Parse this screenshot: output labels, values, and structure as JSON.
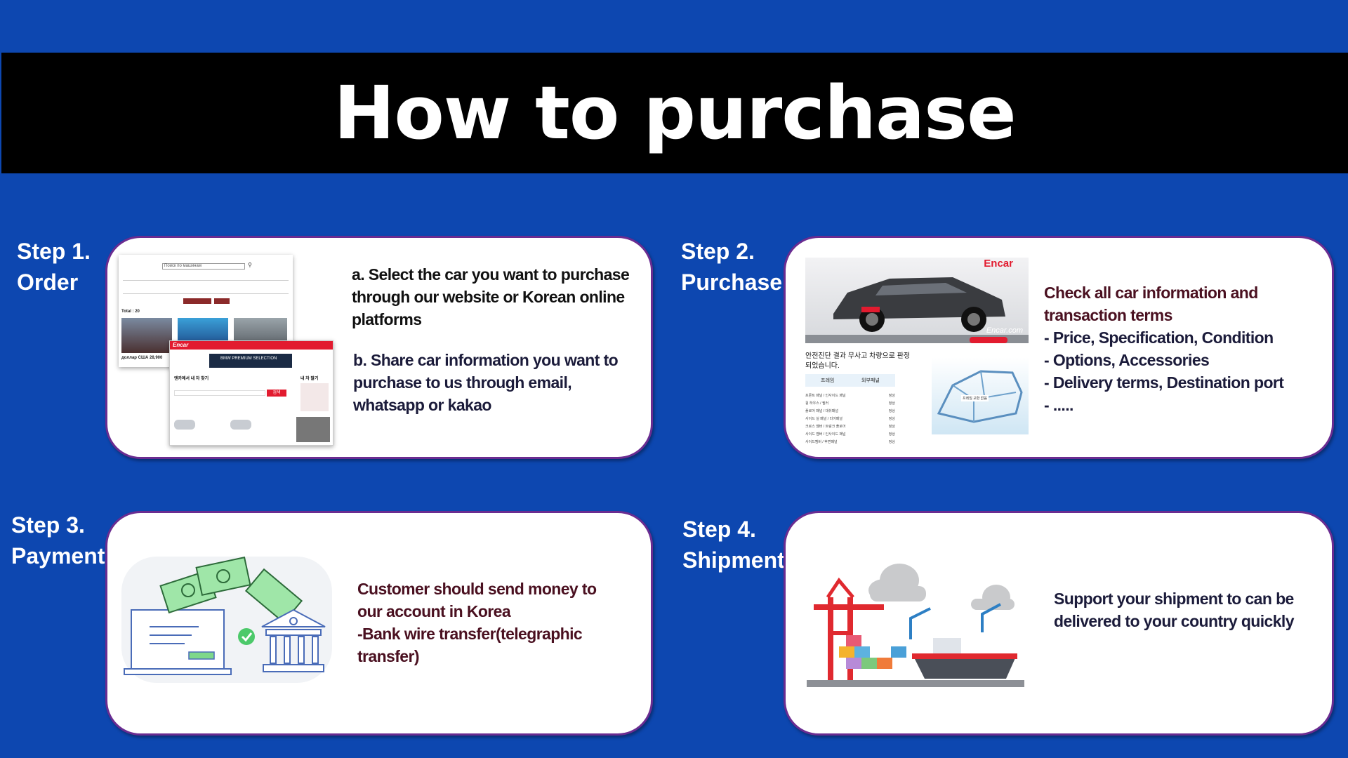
{
  "title": "How to purchase",
  "steps": [
    {
      "label_line1": "Step 1.",
      "label_line2": "Order",
      "paragraph_a": "a. Select the car you want to purchase through our website or Korean online platforms",
      "paragraph_b": "b. Share car information you want to purchase to us through email, whatsapp or kakao",
      "screenshot": {
        "search_text": "Поиск по машинам",
        "total": "Total : 20",
        "price_caption": "доллар США 28,900",
        "encar_logo": "Encar",
        "bmw_banner": "BMW PREMIUM SELECTION",
        "finder_title": "엔카에서 내 차 찾기",
        "sell_title": "내 차 팔기",
        "search_btn": "검색"
      }
    },
    {
      "label_line1": "Step 2.",
      "label_line2": "Purchase",
      "heading": "Check all car information and transaction terms",
      "bullets": [
        "- Price, Specification, Condition",
        "- Options, Accessories",
        "- Delivery terms, Destination port",
        "- ....."
      ],
      "screenshot": {
        "brand": "Encar",
        "watermark": "Encar.com",
        "inspection_text": "안전진단 결과 무사고 차량으로 판정되었습니다.",
        "tab1": "프레임",
        "tab2": "외부패널",
        "rows": [
          {
            "name": "프론트 패널 / 인사이드 패널",
            "status": "정상"
          },
          {
            "name": "휠 하우스 / 필러",
            "status": "정상"
          },
          {
            "name": "플로어 패널 / 대쉬패널",
            "status": "정상"
          },
          {
            "name": "사이드 실 패널 / 리어패널",
            "status": "정상"
          },
          {
            "name": "크로스 멤버 / 트렁크 플로어",
            "status": "정상"
          },
          {
            "name": "사이드 멤버 / 인사이드 패널",
            "status": "정상"
          },
          {
            "name": "사이드멤버 / 후면패널",
            "status": "정상"
          }
        ],
        "frame_tag": "프레임 교환 없음"
      }
    },
    {
      "label_line1": "Step 3.",
      "label_line2": "Payment",
      "heading": "Customer should send money to our account in Korea",
      "detail": "-Bank wire transfer(telegraphic transfer)"
    },
    {
      "label_line1": "Step 4.",
      "label_line2": "Shipment",
      "text": "Support your shipment to can be delivered to your country quickly"
    }
  ],
  "colors": {
    "background": "#0d47b0",
    "title_bar": "#000000",
    "card_border": "#6a2c91",
    "text_dark": "#111111",
    "text_wine": "#4a1020",
    "encar_red": "#e21b2f"
  },
  "icons": [
    "money-icon",
    "laptop-icon",
    "bank-icon",
    "check-icon",
    "crane-icon",
    "ship-icon",
    "cloud-icon",
    "car-icon"
  ]
}
